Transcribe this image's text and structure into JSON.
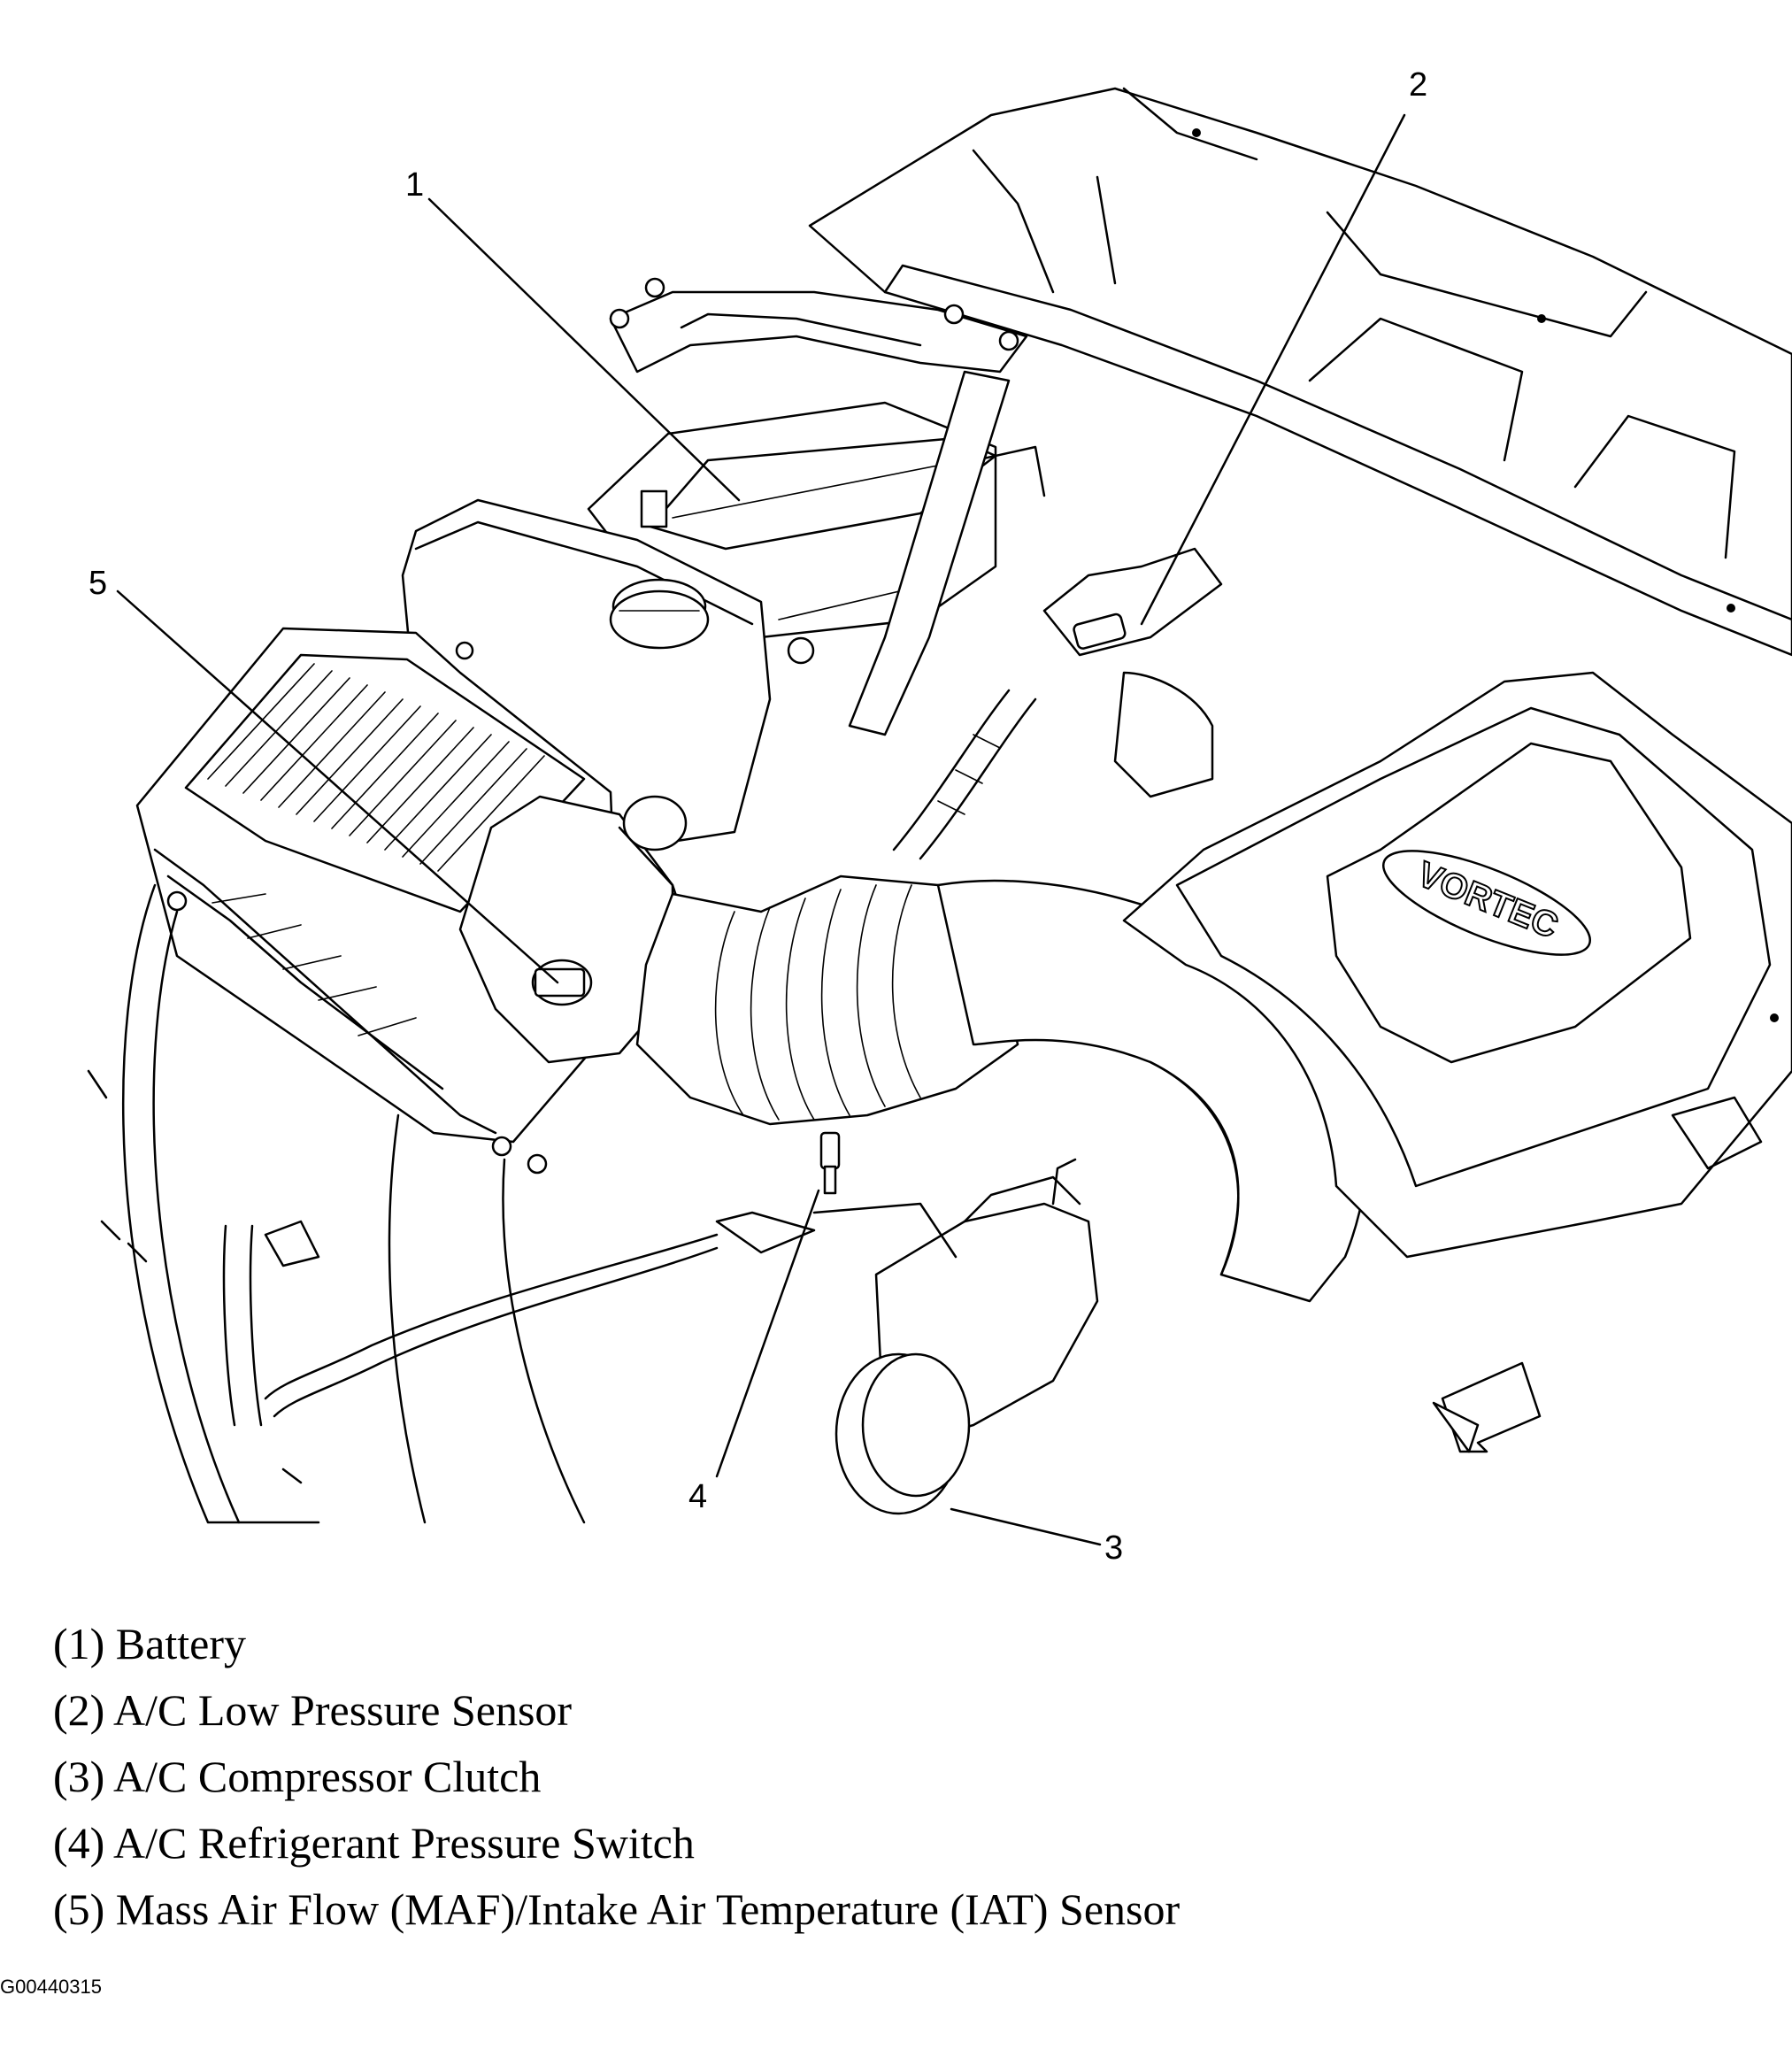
{
  "callouts": [
    {
      "num": "1",
      "label": "Battery"
    },
    {
      "num": "2",
      "label": "A/C Low Pressure Sensor"
    },
    {
      "num": "3",
      "label": "A/C Compressor Clutch"
    },
    {
      "num": "4",
      "label": "A/C Refrigerant Pressure Switch"
    },
    {
      "num": "5",
      "label": "Mass Air Flow (MAF)/Intake Air Temperature (IAT) Sensor"
    }
  ],
  "legend": [
    "(1) Battery",
    "(2) A/C Low Pressure Sensor",
    "(3) A/C Compressor Clutch",
    "(4) A/C Refrigerant Pressure Switch",
    "(5) Mass Air Flow (MAF)/Intake Air Temperature (IAT) Sensor"
  ],
  "figure_id": "G00440315",
  "engine_cover_logo": "VORTEC"
}
